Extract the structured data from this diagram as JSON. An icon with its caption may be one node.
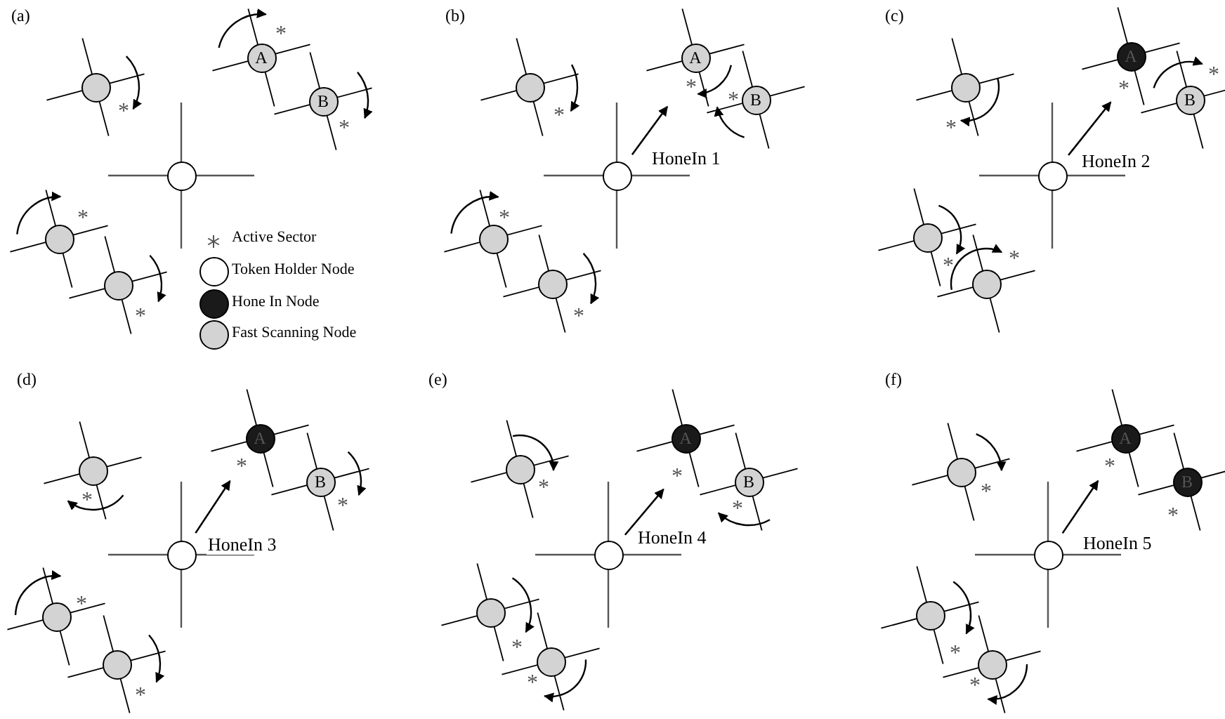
{
  "diagram": {
    "nodes": [
      {
        "text": [],
        "shape": "circle"
      },
      {
        "text": [
          "A"
        ]
      },
      {
        "text": [
          "B"
        ]
      },
      {
        "text": [],
        "shape": "circle"
      },
      {
        "text": [],
        "shape": "circle"
      },
      {
        "text": [],
        "shape": "circle"
      },
      {
        "text": [],
        "shape": "circle"
      },
      {
        "text": [
          "A"
        ]
      },
      {
        "text": [
          "B"
        ]
      },
      {
        "text": [],
        "shape": "circle"
      },
      {
        "text": [],
        "shape": "circle"
      },
      {
        "text": [],
        "shape": "circle"
      },
      {
        "text": [],
        "shape": "circle"
      },
      {
        "text": [
          "A"
        ]
      },
      {
        "text": [
          "B"
        ]
      },
      {
        "text": [],
        "shape": "circle"
      },
      {
        "text": [],
        "shape": "circle"
      },
      {
        "text": [],
        "shape": "circle"
      },
      {
        "text": [],
        "shape": "circle"
      },
      {
        "text": [
          "A"
        ]
      },
      {
        "text": [
          "B"
        ]
      },
      {
        "text": [],
        "shape": "circle"
      },
      {
        "text": [],
        "shape": "circle"
      },
      {
        "text": [],
        "shape": "circle"
      },
      {
        "text": [],
        "shape": "circle"
      },
      {
        "text": [
          "A"
        ]
      },
      {
        "text": [
          "B"
        ]
      },
      {
        "text": [],
        "shape": "circle"
      },
      {
        "text": [],
        "shape": "circle"
      },
      {
        "text": [],
        "shape": "circle"
      },
      {
        "text": [],
        "shape": "circle"
      },
      {
        "text": [
          "A"
        ]
      },
      {
        "text": [
          "B"
        ]
      },
      {
        "text": [],
        "shape": "circle"
      },
      {
        "text": [],
        "shape": "circle"
      },
      {
        "text": [],
        "shape": "circle"
      },
      {
        "text": [
          "*"
        ]
      },
      {
        "text": [
          "*"
        ]
      },
      {
        "text": [
          "*"
        ]
      },
      {
        "text": [
          "*"
        ]
      }
    ],
    "edges": [
      {
        "from": 9,
        "to": null,
        "arrow": "to",
        "label": "HoneIn 1"
      },
      {
        "from": 15,
        "to": 36,
        "arrow": "to",
        "label": "HoneIn 2"
      },
      {
        "from": 21,
        "to": 37,
        "arrow": "to",
        "label": "HoneIn 3"
      },
      {
        "from": 27,
        "to": 38,
        "arrow": "to",
        "label": "HoneIn 4"
      },
      {
        "from": 33,
        "to": 39,
        "arrow": "to",
        "label": "HoneIn 5"
      }
    ],
    "labels": [
      "(a)",
      "*",
      "*",
      "*",
      "*",
      "*",
      "(b)",
      "*",
      "*",
      "*",
      "*",
      "*",
      "(c)",
      "*",
      "*",
      "*",
      "*",
      "(d)",
      "*",
      "*",
      "*",
      "*",
      "(e)",
      "*",
      "*",
      "*",
      "*",
      "(f)",
      "*",
      "*",
      "*",
      "*"
    ],
    "legend": [
      {
        "text": "Active Sector"
      },
      {
        "text": "Token Holder Node",
        "color": "#ffffff"
      },
      {
        "text": "Hone In Node",
        "color": "#1a1a1a"
      },
      {
        "text": "Fast Scanning Node",
        "color": "#d3d3d3"
      }
    ]
  }
}
